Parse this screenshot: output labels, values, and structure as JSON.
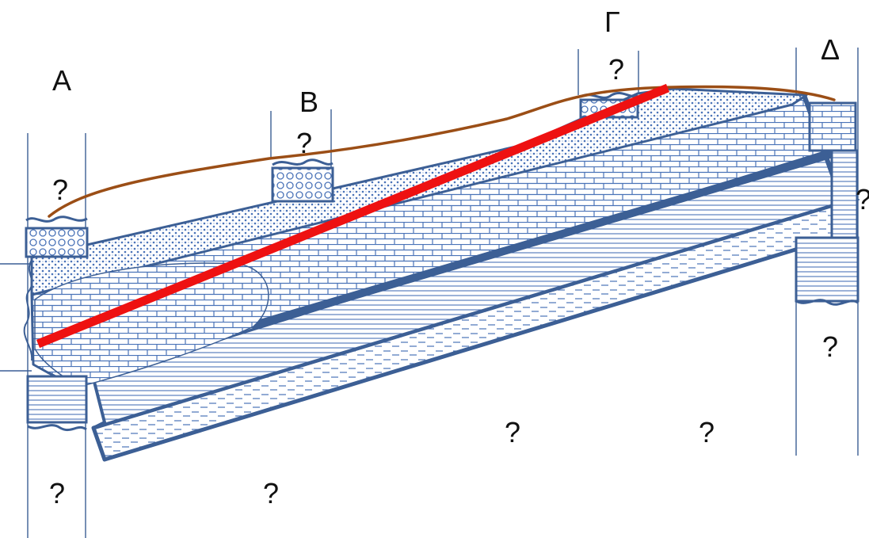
{
  "borehole_labels": {
    "a": "A",
    "b": "B",
    "g": "Γ",
    "d": "Δ"
  },
  "unknown_marks": {
    "above_a": "?",
    "above_b": "?",
    "above_g": "?",
    "right_d": "?",
    "below_d": "?",
    "lower_middle": "?",
    "lower_right": "?",
    "below_a": "?",
    "bottom_middle": "?"
  },
  "colors": {
    "outline": "#3c5f95",
    "pattern": "#4a73b8",
    "ground_surface": "#9b4e16",
    "red_line": "#ee1111"
  }
}
